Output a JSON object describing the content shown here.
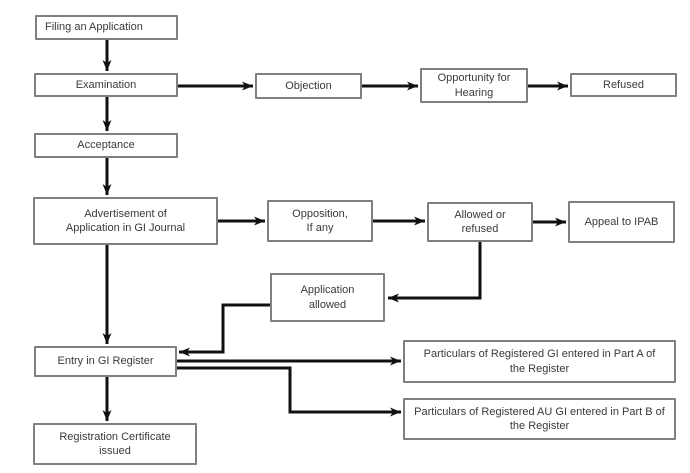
{
  "diagram": {
    "description": "Flowchart of the Geographical Indication (GI) registration process",
    "colors": {
      "background": "#ffffff",
      "box_fill": "#ffffff",
      "box_border": "#7f7f7f",
      "text": "#3a3a3a",
      "arrow": "#111111"
    },
    "nodes": [
      {
        "id": "filing",
        "label": "Filing an Application"
      },
      {
        "id": "examination",
        "label": "Examination"
      },
      {
        "id": "objection",
        "label": "Objection"
      },
      {
        "id": "opportunity_for_hearing",
        "label": "Opportunity for\nHearing"
      },
      {
        "id": "refused",
        "label": "Refused"
      },
      {
        "id": "acceptance",
        "label": "Acceptance"
      },
      {
        "id": "advertisement",
        "label": "Advertisement of\nApplication in GI Journal"
      },
      {
        "id": "opposition",
        "label": "Opposition,\nIf any"
      },
      {
        "id": "allowed_or_refused",
        "label": "Allowed or\nrefused"
      },
      {
        "id": "appeal_to_ipab",
        "label": "Appeal to IPAB"
      },
      {
        "id": "application_allowed",
        "label": "Application\nallowed"
      },
      {
        "id": "entry_in_gi_register",
        "label": "Entry in GI Register"
      },
      {
        "id": "registration_certificate",
        "label": "Registration Certificate\nissued"
      },
      {
        "id": "particulars_part_a",
        "label": "Particulars of Registered GI entered in Part A of\nthe Register"
      },
      {
        "id": "particulars_part_b",
        "label": "Particulars of Registered AU GI entered in Part B of\nthe Register"
      }
    ],
    "edges": [
      {
        "from": "filing",
        "to": "examination"
      },
      {
        "from": "examination",
        "to": "objection"
      },
      {
        "from": "objection",
        "to": "opportunity_for_hearing"
      },
      {
        "from": "opportunity_for_hearing",
        "to": "refused"
      },
      {
        "from": "examination",
        "to": "acceptance"
      },
      {
        "from": "acceptance",
        "to": "advertisement"
      },
      {
        "from": "advertisement",
        "to": "opposition"
      },
      {
        "from": "opposition",
        "to": "allowed_or_refused"
      },
      {
        "from": "allowed_or_refused",
        "to": "appeal_to_ipab"
      },
      {
        "from": "allowed_or_refused",
        "to": "application_allowed"
      },
      {
        "from": "application_allowed",
        "to": "entry_in_gi_register"
      },
      {
        "from": "advertisement",
        "to": "entry_in_gi_register"
      },
      {
        "from": "entry_in_gi_register",
        "to": "registration_certificate"
      },
      {
        "from": "entry_in_gi_register",
        "to": "particulars_part_a"
      },
      {
        "from": "entry_in_gi_register",
        "to": "particulars_part_b"
      }
    ]
  }
}
